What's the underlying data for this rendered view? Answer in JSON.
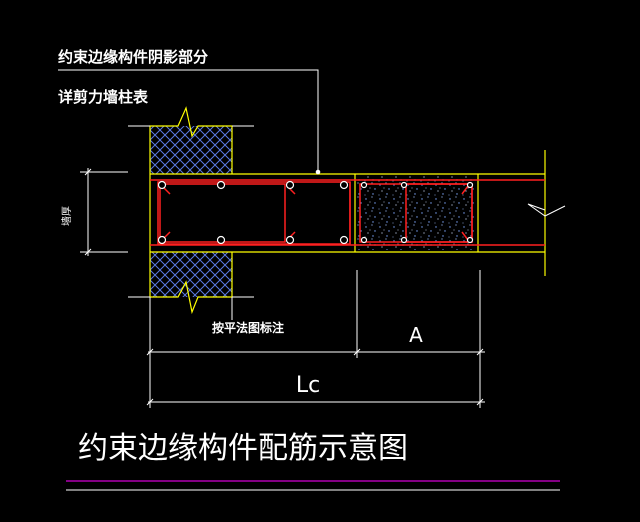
{
  "labels": {
    "leader_note_1": "约束边缘构件阴影部分",
    "leader_note_2": "详剪力墙柱表",
    "wall_dim_label": "墙厚",
    "bottom_note": "按平法图标注",
    "dim_a": "A",
    "dim_lc": "Lc",
    "drawing_title": "约束边缘构件配筋示意图"
  },
  "colors": {
    "background": "#000000",
    "wall_outline": "#ffff00",
    "rebar": "#ff2020",
    "bar_dot": "#ffffff",
    "dimension": "#ffffff",
    "hatch": "#5a7ae0",
    "concrete_speckle": "#7fa8ff",
    "title_line_magenta": "#b000b0",
    "title_line_white": "#ffffff"
  }
}
